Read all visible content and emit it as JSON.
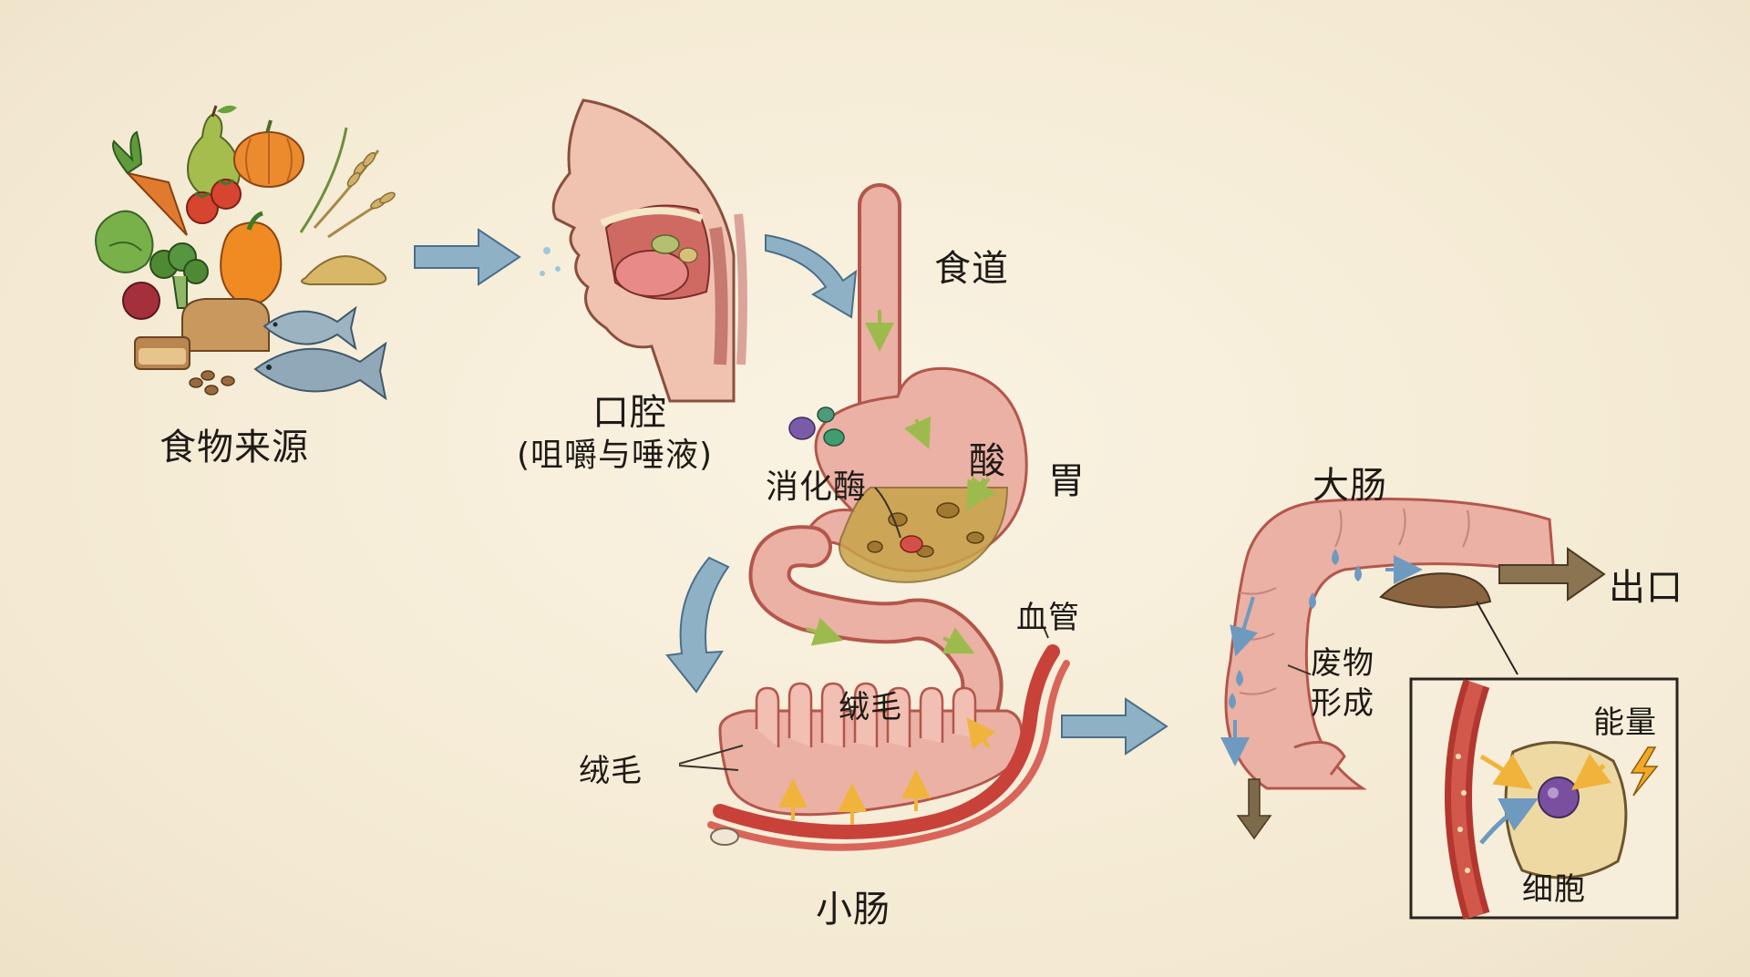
{
  "labels": {
    "food_source": "食物来源",
    "mouth": "口腔",
    "mouth_note": "(咀嚼与唾液)",
    "esophagus": "食道",
    "enzymes": "消化酶",
    "acid": "酸",
    "stomach": "胃",
    "small_intestine": "小肠",
    "villi_left": "绒毛",
    "villi_top": "绒毛",
    "blood_vessel": "血管",
    "large_intestine": "大肠",
    "waste_formation": "废物\n形成",
    "exit": "出口",
    "energy": "能量",
    "cell": "细胞"
  },
  "icons": {
    "food": "food-group-icon",
    "mouth": "mouth-cross-section-icon",
    "stomach": "stomach-icon",
    "small_intestine": "villi-icon",
    "large_intestine": "colon-icon",
    "cell": "cell-energy-icon"
  },
  "colors": {
    "background": "#f6eedb",
    "organ_pink": "#e9a59a",
    "organ_outline": "#b4564b",
    "blood_red": "#c8423a",
    "flow_arrow_blue": "#7fa6bd",
    "flow_arrow_green": "#9dbb4c",
    "exit_arrow_brown": "#8a7452",
    "energy_yellow": "#f2a927"
  }
}
